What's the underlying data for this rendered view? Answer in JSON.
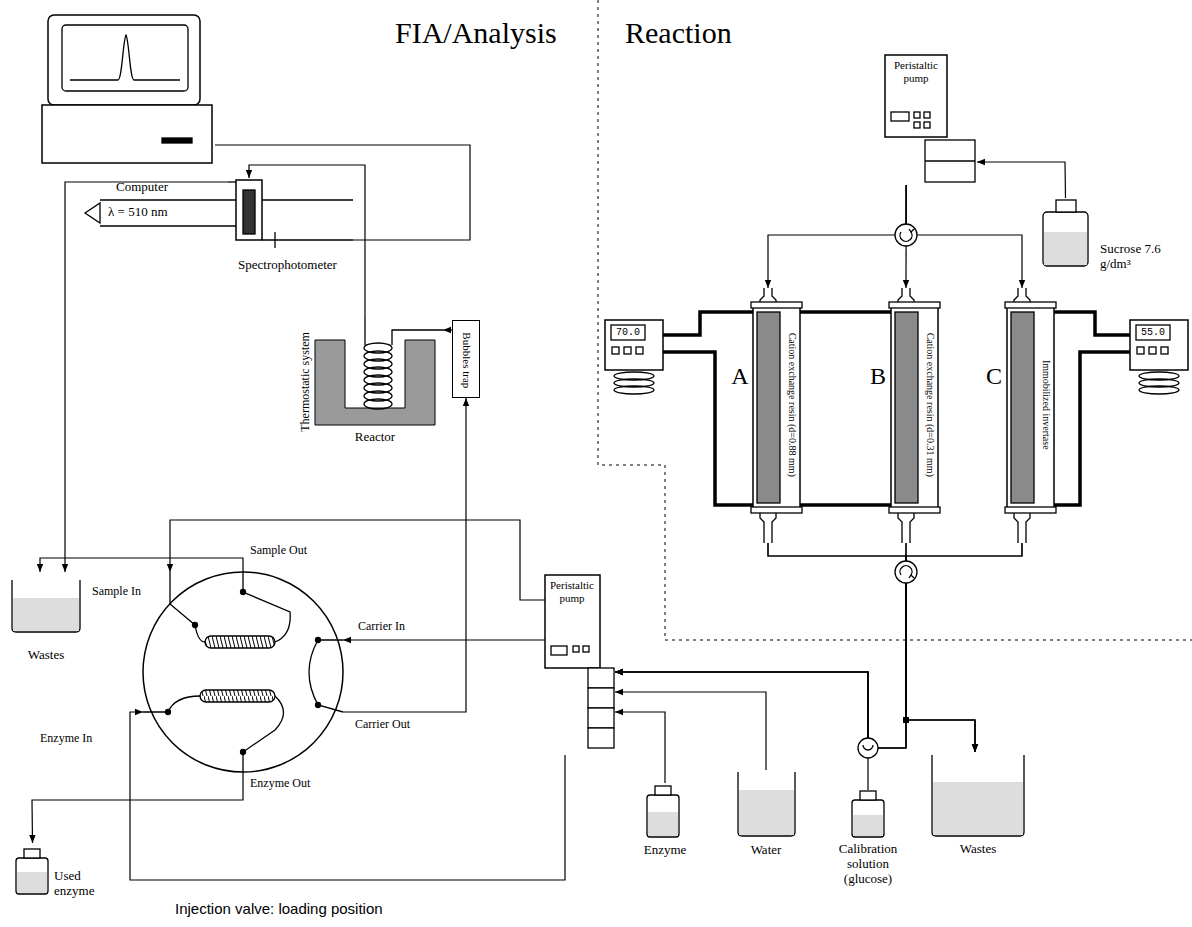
{
  "diagram": {
    "nodes": [
      {
        "text": [
          "Computer"
        ]
      },
      {
        "text": [
          "Spectrophotometer"
        ]
      },
      {
        "text": [
          "Thermostatic system",
          "Reactor"
        ]
      },
      {
        "text": [
          "Bubbles trap"
        ]
      },
      {
        "text": [
          "Wastes"
        ]
      },
      {
        "text": [
          "Sample In",
          "Sample Out",
          "Carrier In",
          "Carrier Out",
          "Enzyme In",
          "Enzyme Out"
        ]
      },
      {
        "text": [
          "Peristaltic pump"
        ]
      },
      {
        "text": [
          "Enzyme"
        ]
      },
      {
        "text": [
          "Water"
        ]
      },
      {
        "text": [
          "Calibration solution (glucose)"
        ]
      },
      {
        "text": [
          "Wastes"
        ]
      },
      {
        "text": [
          "Used enzyme"
        ]
      },
      {
        "text": [
          "Peristaltic pump"
        ]
      },
      {
        "text": [
          "Sucrose 7.6 g/dm³"
        ]
      },
      {
        "text": [
          "A",
          "Cation exchange resin (d=0.88 mm)"
        ]
      },
      {
        "text": [
          "B",
          "Cation exchange resin (d=0.31 mm)"
        ]
      },
      {
        "text": [
          "C",
          "Immobilized invertase"
        ]
      },
      {
        "text": [
          "70.0"
        ]
      },
      {
        "text": [
          "55.0"
        ]
      }
    ],
    "edges": [
      {
        "from": 1,
        "to": 0,
        "arrow": "none"
      },
      {
        "from": 2,
        "to": 1,
        "arrow": "to"
      },
      {
        "from": 3,
        "to": 2,
        "arrow": "to"
      },
      {
        "from": 5,
        "to": 3,
        "arrow": "to"
      },
      {
        "from": 1,
        "to": 4,
        "arrow": "to"
      },
      {
        "from": 5,
        "to": 4,
        "arrow": "to"
      },
      {
        "from": 6,
        "to": 5,
        "arrow": "to"
      },
      {
        "from": 6,
        "to": 5,
        "arrow": "to"
      },
      {
        "from": 6,
        "to": 5,
        "arrow": "to"
      },
      {
        "from": 5,
        "to": 11,
        "arrow": "to"
      },
      {
        "from": 7,
        "to": 6,
        "arrow": "to"
      },
      {
        "from": 8,
        "to": 6,
        "arrow": "to"
      },
      {
        "from": 9,
        "to": 6,
        "arrow": "to"
      },
      {
        "from": 14,
        "to": 6,
        "arrow": "to"
      },
      {
        "from": 15,
        "to": 6,
        "arrow": "to"
      },
      {
        "from": 16,
        "to": 6,
        "arrow": "to"
      },
      {
        "from": 14,
        "to": 10,
        "arrow": "to"
      },
      {
        "from": 15,
        "to": 10,
        "arrow": "to"
      },
      {
        "from": 16,
        "to": 10,
        "arrow": "to"
      },
      {
        "from": 12,
        "to": 14,
        "arrow": "to"
      },
      {
        "from": 12,
        "to": 15,
        "arrow": "to"
      },
      {
        "from": 12,
        "to": 16,
        "arrow": "to"
      },
      {
        "from": 13,
        "to": 12,
        "arrow": "to"
      },
      {
        "from": 17,
        "to": 14,
        "arrow": "none"
      },
      {
        "from": 17,
        "to": 14,
        "arrow": "none"
      },
      {
        "from": 14,
        "to": 15,
        "arrow": "none"
      },
      {
        "from": 14,
        "to": 15,
        "arrow": "none"
      },
      {
        "from": 18,
        "to": 16,
        "arrow": "none"
      },
      {
        "from": 18,
        "to": 16,
        "arrow": "none"
      }
    ],
    "labels": [
      "FIA/Analysis",
      "Reaction",
      "λ = 510 nm",
      "Injection valve: loading position"
    ]
  }
}
